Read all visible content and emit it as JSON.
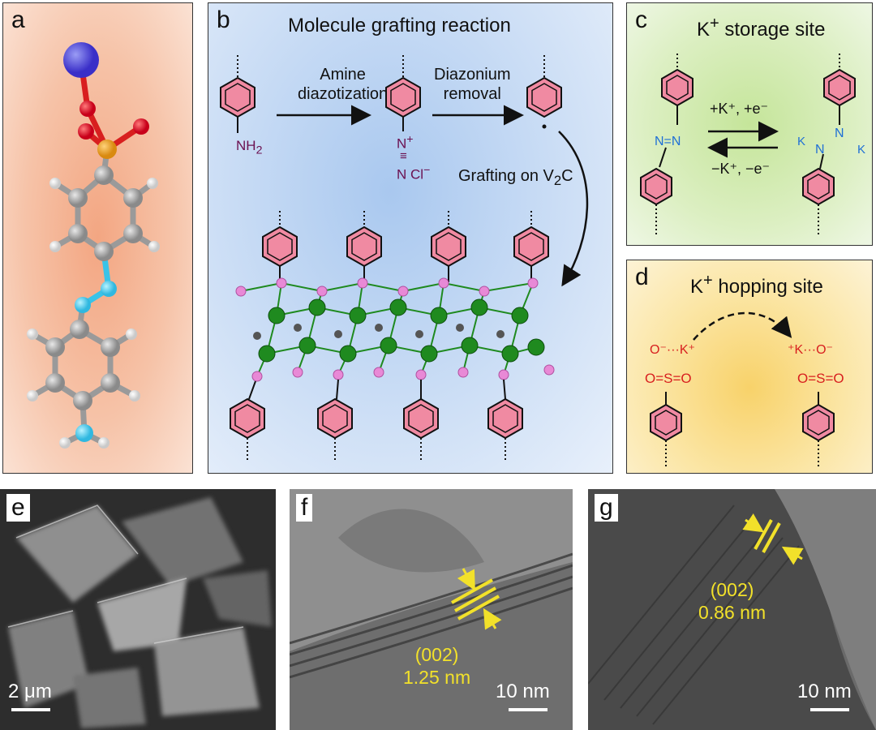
{
  "panels": {
    "a": {
      "label": "a"
    },
    "b": {
      "label": "b",
      "title": "Molecule grafting reaction",
      "step1_line1": "Amine",
      "step1_line2": "diazotization",
      "step2_line1": "Diazonium",
      "step2_line2": "removal",
      "nh2": "NH",
      "nh2_sub": "2",
      "diazonium_n1": "N",
      "diazonium_plus": "+",
      "diazonium_n2": "N",
      "diazonium_cl": "Cl",
      "diazonium_minus": "−",
      "grafting_text": "Grafting on V",
      "grafting_sub": "2",
      "grafting_c": "C"
    },
    "c": {
      "label": "c",
      "title_k": "K",
      "title_plus": "+",
      "title_rest": " storage site",
      "forward": "+K⁺, +e⁻",
      "reverse": "−K⁺, −e⁻",
      "azo": "N=N",
      "k_left": "K",
      "n_left": "N",
      "n_right": "N",
      "k_right": "K"
    },
    "d": {
      "label": "d",
      "title_k": "K",
      "title_plus": "+",
      "title_rest": " hopping site",
      "left_site": "O⁻···K⁺",
      "right_site": "⁺K···O⁻",
      "sulfonyl": "O=S=O"
    },
    "e": {
      "label": "e",
      "scale": "2 μm"
    },
    "f": {
      "label": "f",
      "plane": "(002)",
      "spacing": "1.25 nm",
      "scale": "10 nm"
    },
    "g": {
      "label": "g",
      "plane": "(002)",
      "spacing": "0.86 nm",
      "scale": "10 nm"
    }
  },
  "colors": {
    "ring_fill": "#f08aa2",
    "carbon": "#1f8a1f",
    "vanadium_pink": "#e889d6",
    "nitrogen_blue": "#1f6fd6",
    "oxygen_red": "#d81f1f",
    "annotation_yellow": "#f2e12a"
  }
}
